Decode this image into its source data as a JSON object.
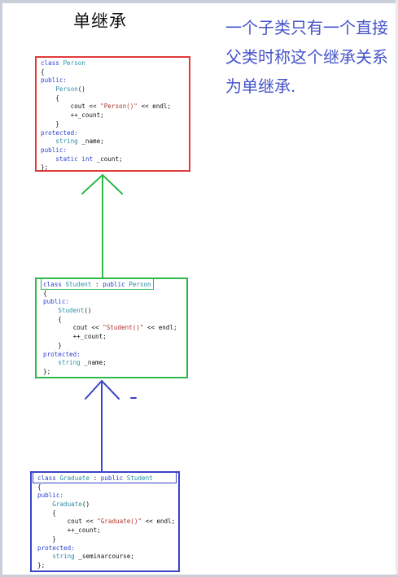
{
  "title": "单继承",
  "note": "一个子类只有一个直接父类时称这个继承关系为单继承.",
  "colors": {
    "person_box": "#e23a3a",
    "student_box": "#2db84a",
    "graduate_box": "#3a43c6",
    "note_text": "#4654c9"
  },
  "person_code": [
    [
      {
        "t": "class ",
        "c": "kw"
      },
      {
        "t": "Person",
        "c": "ty"
      }
    ],
    [
      {
        "t": "{",
        "c": ""
      }
    ],
    [
      {
        "t": "public:",
        "c": "kw"
      }
    ],
    [
      {
        "t": "    ",
        "c": ""
      },
      {
        "t": "Person",
        "c": "ty"
      },
      {
        "t": "()",
        "c": ""
      }
    ],
    [
      {
        "t": "    {",
        "c": ""
      }
    ],
    [
      {
        "t": "        cout << ",
        "c": ""
      },
      {
        "t": "\"Person()\"",
        "c": "st"
      },
      {
        "t": " << endl;",
        "c": ""
      }
    ],
    [
      {
        "t": "        ++_count;",
        "c": ""
      }
    ],
    [
      {
        "t": "    }",
        "c": ""
      }
    ],
    [
      {
        "t": "protected:",
        "c": "kw"
      }
    ],
    [
      {
        "t": "    ",
        "c": ""
      },
      {
        "t": "string",
        "c": "ty"
      },
      {
        "t": " _name;",
        "c": ""
      }
    ],
    [
      {
        "t": "public:",
        "c": "kw"
      }
    ],
    [
      {
        "t": "    ",
        "c": ""
      },
      {
        "t": "static int",
        "c": "kw"
      },
      {
        "t": " _count;",
        "c": ""
      }
    ],
    [
      {
        "t": "};",
        "c": ""
      }
    ]
  ],
  "student_code": [
    [
      {
        "t": "class ",
        "c": "kw"
      },
      {
        "t": "Student",
        "c": "ty"
      },
      {
        "t": " : ",
        "c": ""
      },
      {
        "t": "public ",
        "c": "kw"
      },
      {
        "t": "Person",
        "c": "ty"
      }
    ],
    [
      {
        "t": "{",
        "c": ""
      }
    ],
    [
      {
        "t": "public:",
        "c": "kw"
      }
    ],
    [
      {
        "t": "    ",
        "c": ""
      },
      {
        "t": "Student",
        "c": "ty"
      },
      {
        "t": "()",
        "c": ""
      }
    ],
    [
      {
        "t": "    {",
        "c": ""
      }
    ],
    [
      {
        "t": "        cout << ",
        "c": ""
      },
      {
        "t": "\"Student()\"",
        "c": "st"
      },
      {
        "t": " << endl;",
        "c": ""
      }
    ],
    [
      {
        "t": "        ++_count;",
        "c": ""
      }
    ],
    [
      {
        "t": "    }",
        "c": ""
      }
    ],
    [
      {
        "t": "protected:",
        "c": "kw"
      }
    ],
    [
      {
        "t": "    ",
        "c": ""
      },
      {
        "t": "string",
        "c": "ty"
      },
      {
        "t": " _name;",
        "c": ""
      }
    ],
    [
      {
        "t": "};",
        "c": ""
      }
    ]
  ],
  "graduate_code": [
    [
      {
        "t": "class ",
        "c": "kw"
      },
      {
        "t": "Graduate",
        "c": "ty"
      },
      {
        "t": " : ",
        "c": ""
      },
      {
        "t": "public ",
        "c": "kw"
      },
      {
        "t": "Student",
        "c": "ty"
      }
    ],
    [
      {
        "t": "{",
        "c": ""
      }
    ],
    [
      {
        "t": "public:",
        "c": "kw"
      }
    ],
    [
      {
        "t": "    ",
        "c": ""
      },
      {
        "t": "Graduate",
        "c": "ty"
      },
      {
        "t": "()",
        "c": ""
      }
    ],
    [
      {
        "t": "    {",
        "c": ""
      }
    ],
    [
      {
        "t": "        cout << ",
        "c": ""
      },
      {
        "t": "\"Graduate()\"",
        "c": "st"
      },
      {
        "t": " << endl;",
        "c": ""
      }
    ],
    [
      {
        "t": "        ++_count;",
        "c": ""
      }
    ],
    [
      {
        "t": "    }",
        "c": ""
      }
    ],
    [
      {
        "t": "protected:",
        "c": "kw"
      }
    ],
    [
      {
        "t": "    ",
        "c": ""
      },
      {
        "t": "string",
        "c": "ty"
      },
      {
        "t": " _seminarcourse;",
        "c": ""
      }
    ],
    [
      {
        "t": "};",
        "c": ""
      }
    ]
  ]
}
